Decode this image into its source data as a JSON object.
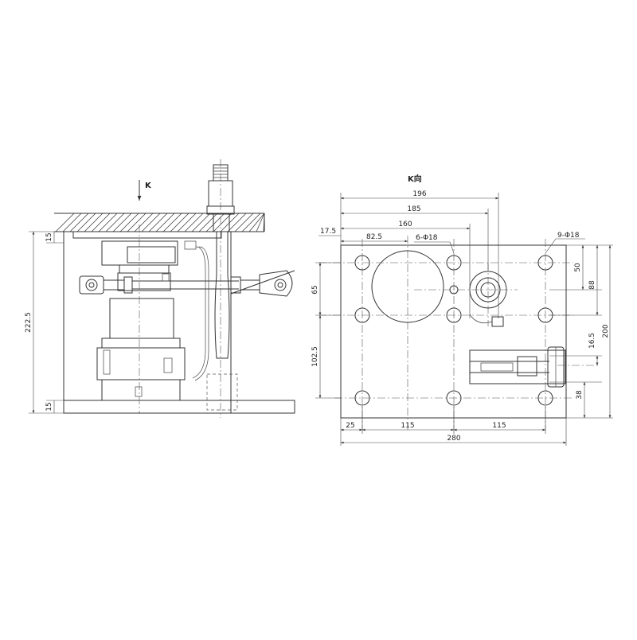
{
  "view_label_side": "K",
  "view_label_plan": "K向",
  "side_dims": {
    "top_offset": "15",
    "overall_height": "222.5",
    "bottom_offset": "15"
  },
  "plan_dims": {
    "d196": "196",
    "d185": "185",
    "d160": "160",
    "d17_5": "17.5",
    "d82_5": "82.5",
    "holes_6": "6-Φ18",
    "holes_9": "9-Φ18",
    "d65": "65",
    "d102_5": "102.5",
    "d50": "50",
    "d88": "88",
    "d200": "200",
    "d16_5": "16.5",
    "d38": "38",
    "d25": "25",
    "d115a": "115",
    "d115b": "115",
    "d280": "280"
  }
}
